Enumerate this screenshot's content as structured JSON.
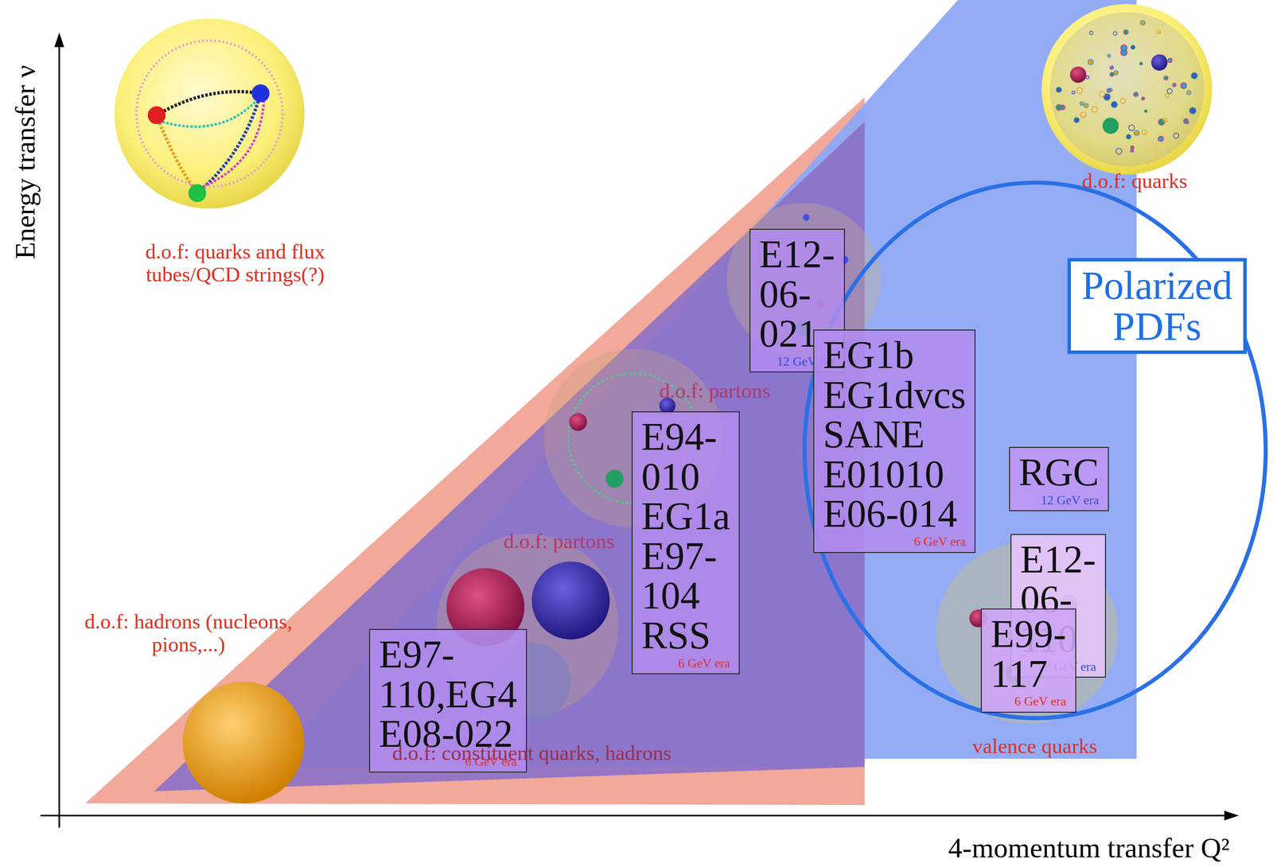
{
  "diagram": {
    "nodes": [
      {
        "text": [
          "E12-06-021",
          "12 GeV era"
        ]
      },
      {
        "text": [
          "Polarized PDFs"
        ]
      },
      {
        "text": [
          "EG1b EG1dvcs SANE E01010 E06-014",
          "6 GeV era"
        ]
      },
      {
        "text": [
          "E94-010 EG1a E97-104 RSS",
          "6 GeV era"
        ]
      },
      {
        "text": [
          "RGC",
          "12 GeV era"
        ]
      },
      {
        "text": [
          "E12-06-110",
          "12 GeV era"
        ]
      },
      {
        "text": [
          "E99-117",
          "6 GeV era"
        ]
      },
      {
        "text": [
          "E97-110,EG4 E08-022",
          "6 GeV era"
        ]
      }
    ],
    "edges": [],
    "labels": [
      "Energy transfer ν",
      "d.o.f: quarks and flux tubes/QCD strings(?)",
      "d.o.f: quarks",
      "d.o.f: partons",
      "d.o.f: partons",
      "d.o.f: hadrons (nucleons, pions,...)",
      "d.o.f: constituent quarks, hadrons",
      "valence quarks",
      "4-momentum transfer Q²"
    ]
  }
}
